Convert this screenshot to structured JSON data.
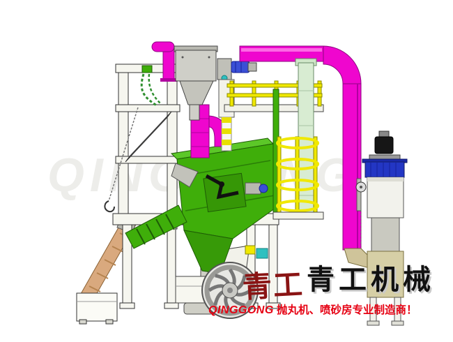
{
  "scene": {
    "watermark": "QINGGONG",
    "background": "#ffffff"
  },
  "logo": {
    "calligraphy": "青工",
    "brand_cn": "青工机械",
    "brand_en": "QINGGONG",
    "tagline": "抛丸机、喷砂房专业制造商！",
    "accent_red": "#e60012"
  },
  "colors": {
    "duct_magenta": "#ef06ce",
    "machine_green": "#3fae0a",
    "rail_yellow": "#f0e800",
    "flange_blue": "#2336c4",
    "frame_ivory": "#f6f6ef",
    "chute_tan": "#d9a97e",
    "collector_tan": "#d6cfa6"
  }
}
